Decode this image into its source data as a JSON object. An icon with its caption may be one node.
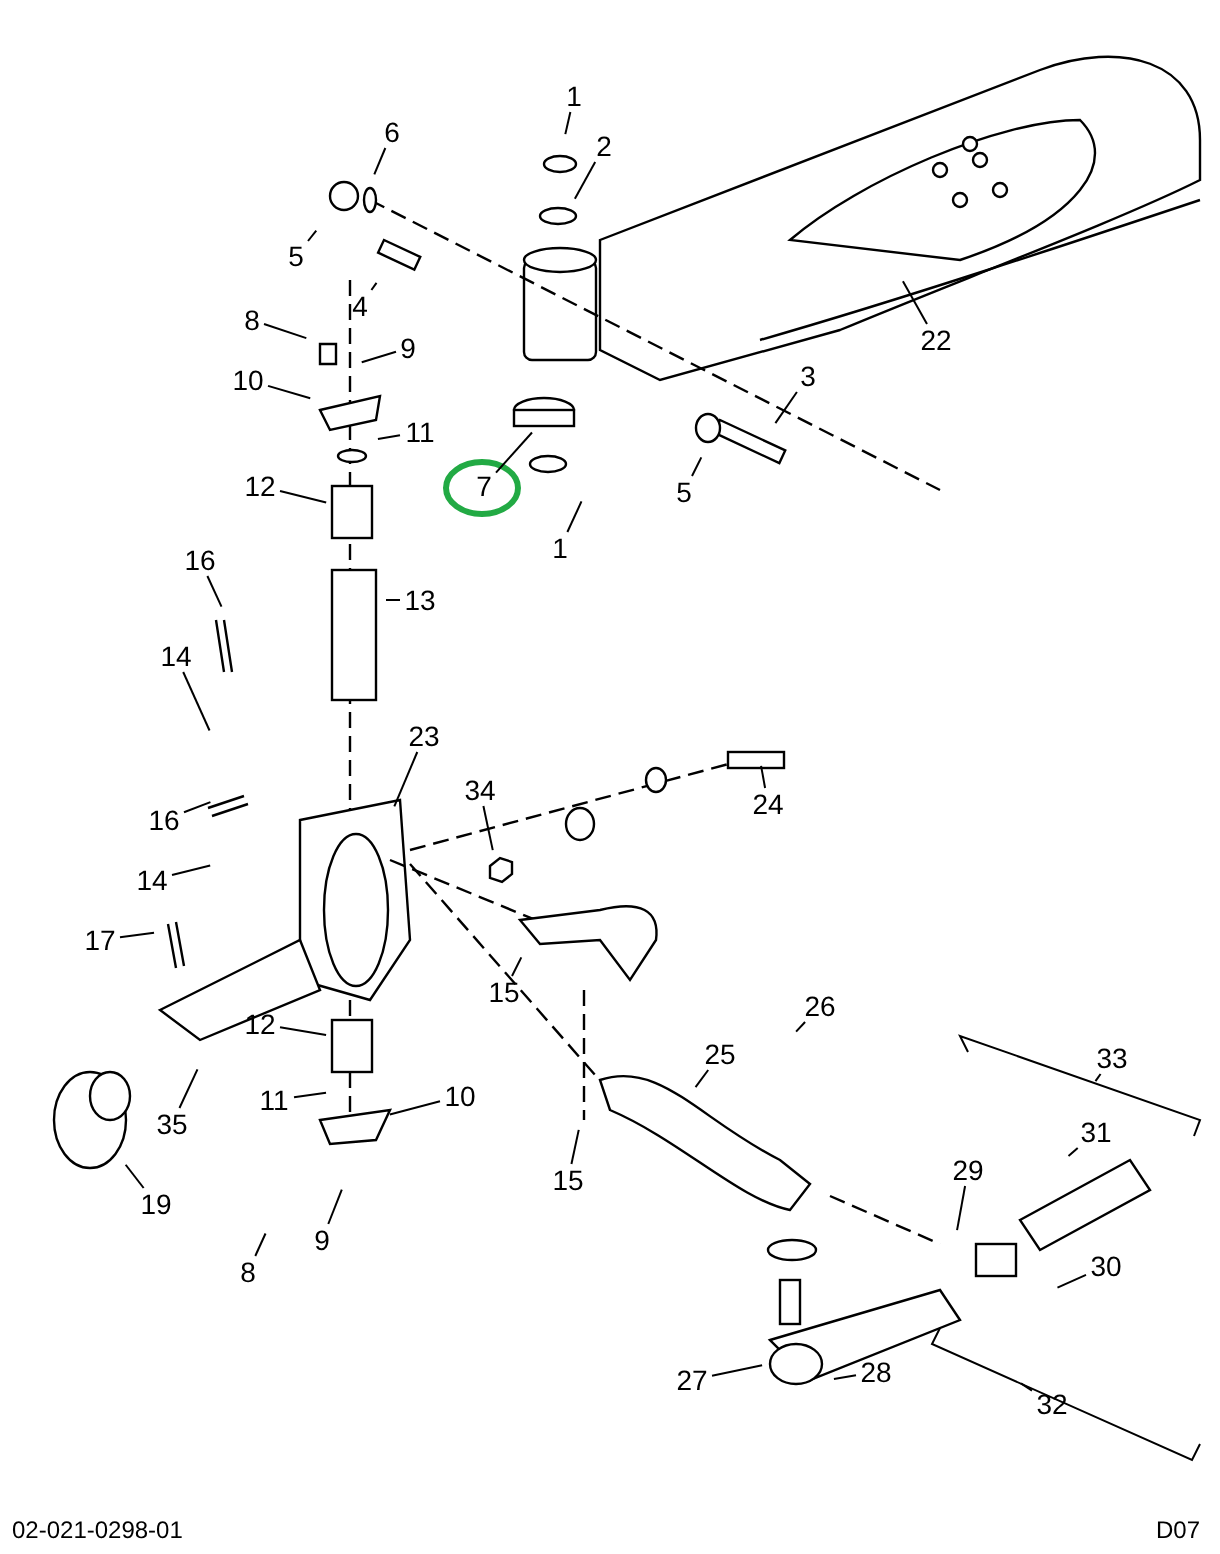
{
  "diagram": {
    "nodes": [
      {
        "text": [
          "1"
        ]
      },
      {
        "text": [
          "6"
        ]
      },
      {
        "text": [
          "2"
        ]
      },
      {
        "text": [
          "5"
        ]
      },
      {
        "text": [
          "4"
        ]
      },
      {
        "text": [
          "22"
        ]
      },
      {
        "text": [
          "8"
        ]
      },
      {
        "text": [
          "9"
        ]
      },
      {
        "text": [
          "3"
        ]
      },
      {
        "text": [
          "10"
        ]
      },
      {
        "text": [
          "11"
        ]
      },
      {
        "text": [
          "7"
        ]
      },
      {
        "text": [
          "12"
        ]
      },
      {
        "text": [
          "5"
        ]
      },
      {
        "text": [
          "1"
        ]
      },
      {
        "text": [
          "16"
        ]
      },
      {
        "text": [
          "13"
        ]
      },
      {
        "text": [
          "14"
        ]
      },
      {
        "text": [
          "23"
        ]
      },
      {
        "text": [
          "34"
        ]
      },
      {
        "text": [
          "24"
        ]
      },
      {
        "text": [
          "16"
        ]
      },
      {
        "text": [
          "14"
        ]
      },
      {
        "text": [
          "17"
        ]
      },
      {
        "text": [
          "15"
        ]
      },
      {
        "text": [
          "26"
        ]
      },
      {
        "text": [
          "12"
        ]
      },
      {
        "text": [
          "25"
        ]
      },
      {
        "text": [
          "33"
        ]
      },
      {
        "text": [
          "35"
        ]
      },
      {
        "text": [
          "11"
        ]
      },
      {
        "text": [
          "10"
        ]
      },
      {
        "text": [
          "31"
        ]
      },
      {
        "text": [
          "29"
        ]
      },
      {
        "text": [
          "19"
        ]
      },
      {
        "text": [
          "15"
        ]
      },
      {
        "text": [
          "30"
        ]
      },
      {
        "text": [
          "9"
        ]
      },
      {
        "text": [
          "8"
        ]
      },
      {
        "text": [
          "27"
        ]
      },
      {
        "text": [
          "28"
        ]
      },
      {
        "text": [
          "32"
        ]
      }
    ],
    "edges": [
      {
        "from": 0,
        "to": null,
        "arrow": "none"
      },
      {
        "from": 1,
        "to": null,
        "arrow": "none"
      },
      {
        "from": 2,
        "to": null,
        "arrow": "none"
      },
      {
        "from": 3,
        "to": null,
        "arrow": "none"
      },
      {
        "from": 4,
        "to": null,
        "arrow": "none"
      },
      {
        "from": 5,
        "to": null,
        "arrow": "none"
      },
      {
        "from": 6,
        "to": null,
        "arrow": "none"
      },
      {
        "from": 7,
        "to": null,
        "arrow": "none"
      },
      {
        "from": 8,
        "to": null,
        "arrow": "none"
      },
      {
        "from": 9,
        "to": null,
        "arrow": "none"
      },
      {
        "from": 10,
        "to": null,
        "arrow": "none"
      },
      {
        "from": 11,
        "to": null,
        "arrow": "none"
      },
      {
        "from": 12,
        "to": null,
        "arrow": "none"
      },
      {
        "from": 13,
        "to": null,
        "arrow": "none"
      },
      {
        "from": 14,
        "to": null,
        "arrow": "none"
      },
      {
        "from": 15,
        "to": null,
        "arrow": "none"
      },
      {
        "from": 16,
        "to": null,
        "arrow": "none"
      },
      {
        "from": 17,
        "to": null,
        "arrow": "none"
      },
      {
        "from": 18,
        "to": null,
        "arrow": "none"
      },
      {
        "from": 19,
        "to": null,
        "arrow": "none"
      },
      {
        "from": 20,
        "to": null,
        "arrow": "none"
      },
      {
        "from": 21,
        "to": null,
        "arrow": "none"
      },
      {
        "from": 22,
        "to": null,
        "arrow": "none"
      },
      {
        "from": 23,
        "to": null,
        "arrow": "none"
      },
      {
        "from": 24,
        "to": null,
        "arrow": "none"
      },
      {
        "from": 25,
        "to": null,
        "arrow": "none"
      },
      {
        "from": 26,
        "to": null,
        "arrow": "none"
      },
      {
        "from": 27,
        "to": null,
        "arrow": "none"
      },
      {
        "from": 28,
        "to": null,
        "arrow": "none"
      },
      {
        "from": 29,
        "to": null,
        "arrow": "none"
      },
      {
        "from": 30,
        "to": null,
        "arrow": "none"
      },
      {
        "from": 31,
        "to": null,
        "arrow": "none"
      },
      {
        "from": 32,
        "to": null,
        "arrow": "none"
      },
      {
        "from": 33,
        "to": null,
        "arrow": "none"
      },
      {
        "from": 34,
        "to": null,
        "arrow": "none"
      },
      {
        "from": 35,
        "to": null,
        "arrow": "none"
      },
      {
        "from": 36,
        "to": null,
        "arrow": "none"
      },
      {
        "from": 37,
        "to": null,
        "arrow": "none"
      },
      {
        "from": 38,
        "to": null,
        "arrow": "none"
      },
      {
        "from": 39,
        "to": null,
        "arrow": "none"
      },
      {
        "from": 40,
        "to": null,
        "arrow": "none"
      },
      {
        "from": 41,
        "to": null,
        "arrow": "none"
      }
    ],
    "labels": [
      "02-021-0298-01",
      "D07"
    ]
  }
}
